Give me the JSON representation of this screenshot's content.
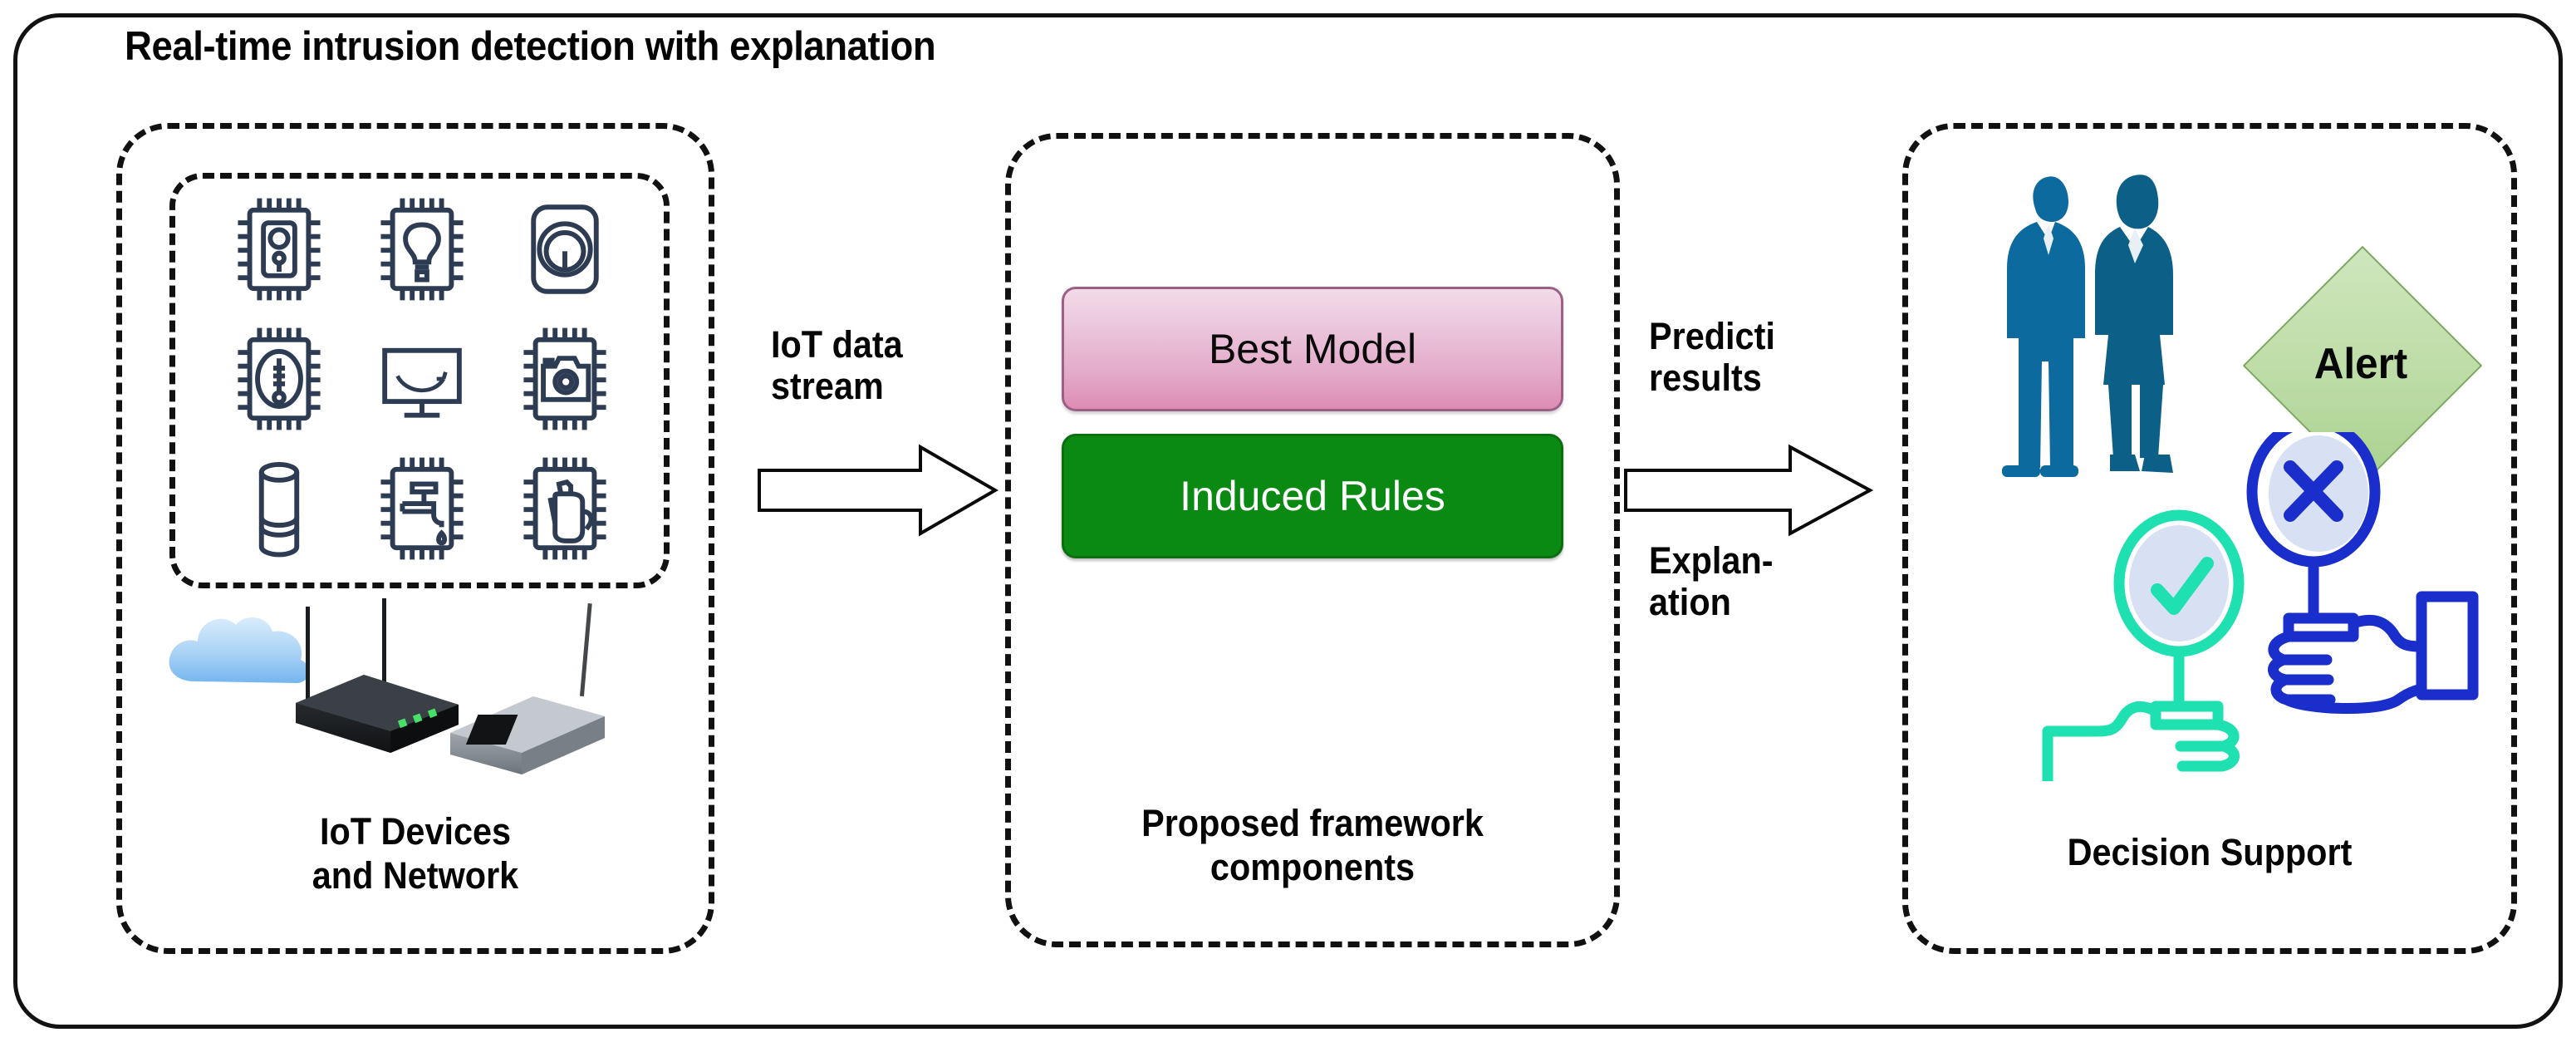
{
  "figure": {
    "title": "Real-time intrusion detection with explanation",
    "outer_border_color": "#121212",
    "background": "#ffffff"
  },
  "panels": {
    "left": {
      "caption_line1": "IoT Devices",
      "caption_line2": "and Network",
      "icon_grid": [
        {
          "name": "chip-sensor-icon",
          "label": "Chip with sensor"
        },
        {
          "name": "chip-lightbulb-icon",
          "label": "Smart bulb chip"
        },
        {
          "name": "smart-speaker-icon",
          "label": "Smart speaker"
        },
        {
          "name": "chip-gauge-icon",
          "label": "Chip with gauge"
        },
        {
          "name": "smart-tv-icon",
          "label": "Smart display"
        },
        {
          "name": "chip-camera-icon",
          "label": "Chip with camera"
        },
        {
          "name": "cylinder-speaker-icon",
          "label": "Cylindrical speaker"
        },
        {
          "name": "chip-faucet-icon",
          "label": "Smart water tap chip"
        },
        {
          "name": "chip-kettle-icon",
          "label": "Smart kettle chip"
        }
      ],
      "network_devices": [
        {
          "name": "cloud-icon",
          "label": "Cloud",
          "color": "#a9d0f5"
        },
        {
          "name": "black-router-icon",
          "label": "Wireless router",
          "color": "#2b2b2b"
        },
        {
          "name": "grey-router-icon",
          "label": "Access point",
          "color": "#9aa0a6"
        }
      ]
    },
    "middle": {
      "caption_line1": "Proposed framework",
      "caption_line2": "components",
      "boxes": [
        {
          "name": "best-model-box",
          "label": "Best Model",
          "fill_top": "#f2dbe8",
          "fill_bottom": "#dd8cb2",
          "border": "#9c5f86",
          "text_color": "#0a0a0a"
        },
        {
          "name": "induced-rules-box",
          "label": "Induced Rules",
          "fill_top": "#0b8a13",
          "fill_bottom": "#0b8a13",
          "border": "#0a6f10",
          "text_color": "#ffffff"
        }
      ]
    },
    "right": {
      "caption_line1": "Decision Support",
      "caption_line2": "",
      "alert": {
        "label": "Alert",
        "fill": "#a9d18e",
        "border": "#7aa85f"
      },
      "people": [
        {
          "name": "businessman-figure",
          "color": "#0c6a9e"
        },
        {
          "name": "businesswoman-figure",
          "color": "#0c5f87"
        }
      ],
      "hands": [
        {
          "name": "hand-magnifier-reject-icon",
          "mark": "x",
          "color": "#1a2ecb"
        },
        {
          "name": "hand-magnifier-approve-icon",
          "mark": "check",
          "color": "#1fe0b0"
        }
      ]
    }
  },
  "arrows": [
    {
      "name": "iot-data-stream-arrow",
      "label": "IoT data\nstream",
      "direction": "right"
    },
    {
      "name": "prediction-results-arrow",
      "label": "Predicti\nresults",
      "secondary_label": "Explan-\nation",
      "direction": "right"
    }
  ]
}
